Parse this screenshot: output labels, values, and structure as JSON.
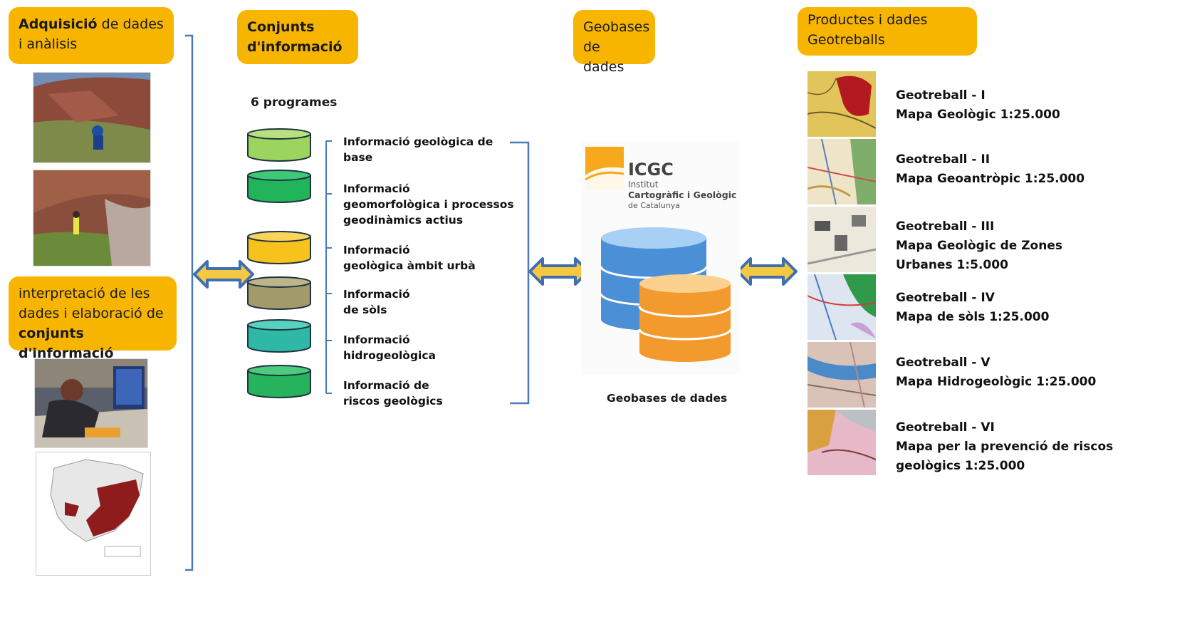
{
  "headers": {
    "acquisition": {
      "bold": "Adquisició",
      "rest1": " de dades",
      "line2": "i anàlisis"
    },
    "interpretation": {
      "line1": "interpretació de les",
      "line2": "dades i elaboració de",
      "bold": "conjunts d'informació"
    },
    "sets": {
      "line1": "Conjunts",
      "line2": "d'informació"
    },
    "geobases": {
      "line1": "Geobases",
      "line2": "de dades"
    },
    "products": {
      "line1": "Productes i dades",
      "line2": "Geotreballs"
    }
  },
  "programs_title": "6 programes",
  "programs": [
    {
      "lines": [
        "Informació geològica de",
        "base"
      ],
      "color": "#9bd45e"
    },
    {
      "lines": [
        "Informació",
        "geomorfològica i processos",
        "geodinàmics actius"
      ],
      "color": "#22b45a"
    },
    {
      "lines": [
        "Informació",
        "geològica àmbit urbà"
      ],
      "color": "#f7c21b"
    },
    {
      "lines": [
        "Informació",
        "de sòls"
      ],
      "color": "#a39a6a"
    },
    {
      "lines": [
        "Informació",
        "hidrogeològica"
      ],
      "color": "#2fb8a6"
    },
    {
      "lines": [
        "Informació de",
        "riscos geològics"
      ],
      "color": "#27b25e"
    }
  ],
  "logo": {
    "acronym": "ICGC",
    "line1": "Institut",
    "line2": "Cartogràfic i Geològic",
    "line3": "de Catalunya"
  },
  "geobases_caption": "Geobases de dades",
  "products": [
    {
      "title": "Geotreball - I",
      "lines": [
        "Mapa Geològic 1:25.000"
      ]
    },
    {
      "title": "Geotreball - II",
      "lines": [
        "Mapa Geoantròpic 1:25.000"
      ]
    },
    {
      "title": "Geotreball - III",
      "lines": [
        "Mapa Geològic de Zones",
        "Urbanes 1:5.000"
      ]
    },
    {
      "title": "Geotreball - IV",
      "lines": [
        "Mapa de sòls 1:25.000"
      ]
    },
    {
      "title": "Geotreball - V",
      "lines": [
        "Mapa Hidrogeològic 1:25.000"
      ]
    },
    {
      "title": "Geotreball - VI",
      "lines": [
        "Mapa per la prevenció de riscos",
        "geològics 1:25.000"
      ]
    }
  ],
  "colors": {
    "header": "#f7b500",
    "bracket": "#4a7ab8",
    "arrow_fill": "#f5c842",
    "arrow_stroke": "#3f6fb0"
  }
}
